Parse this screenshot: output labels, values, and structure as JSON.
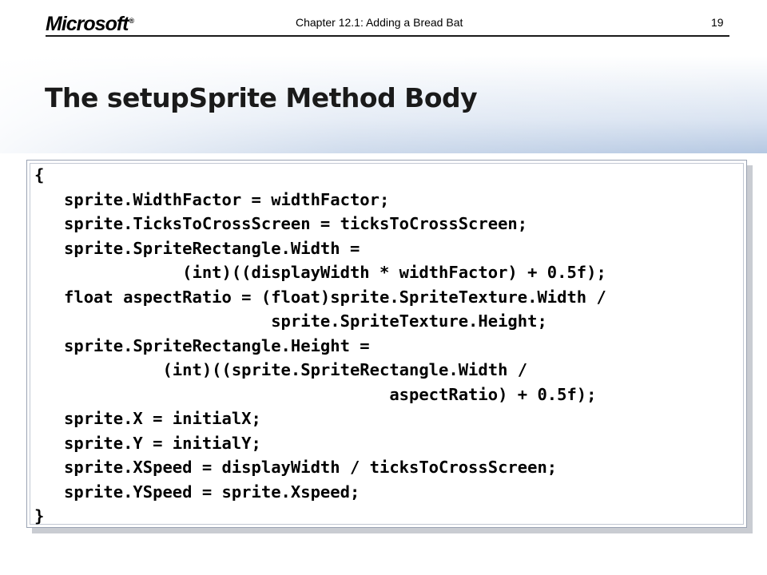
{
  "header": {
    "logo_text": "Microsoft",
    "logo_mark": "®",
    "chapter": "Chapter 12.1: Adding a Bread Bat",
    "page_number": "19"
  },
  "slide": {
    "title": "The setupSprite Method Body"
  },
  "code": {
    "lines": [
      "{",
      "   sprite.WidthFactor = widthFactor;",
      "   sprite.TicksToCrossScreen = ticksToCrossScreen;",
      "   sprite.SpriteRectangle.Width =",
      "               (int)((displayWidth * widthFactor) + 0.5f);",
      "   float aspectRatio = (float)sprite.SpriteTexture.Width /",
      "                        sprite.SpriteTexture.Height;",
      "   sprite.SpriteRectangle.Height =",
      "             (int)((sprite.SpriteRectangle.Width /",
      "                                    aspectRatio) + 0.5f);",
      "   sprite.X = initialX;",
      "   sprite.Y = initialY;",
      "   sprite.XSpeed = displayWidth / ticksToCrossScreen;",
      "   sprite.YSpeed = sprite.Xspeed;",
      "}"
    ]
  }
}
